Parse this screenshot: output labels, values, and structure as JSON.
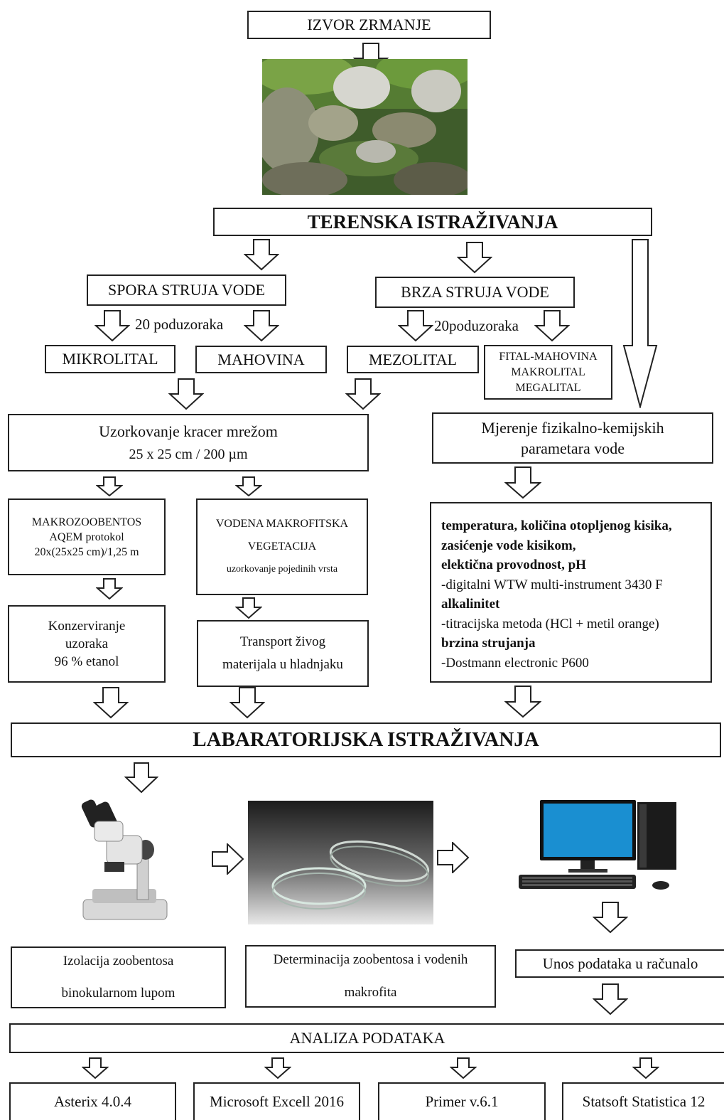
{
  "source_title": "IZVOR ZRMANJE",
  "field_title": "TERENSKA ISTRAŽIVANJA",
  "slow_flow": {
    "label": "SPORA STRUJA VODE",
    "subsamples": "20 poduzoraka",
    "substrates": [
      "MIKROLITAL",
      "MAHOVINA"
    ]
  },
  "fast_flow": {
    "label": "BRZA STRUJA VODE",
    "subsamples": "20poduzoraka",
    "substrates": [
      "MEZOLITAL",
      "FITAL-MAHOVINA",
      "MAKROLITAL",
      "MEGALITAL"
    ]
  },
  "sampling": {
    "line1": "Uzorkovanje kracer mrežom",
    "line2": "25 x 25 cm / 200 µm"
  },
  "measurement": {
    "line1": "Mjerenje  fizikalno-kemijskih",
    "line2": "parametara vode"
  },
  "macrozoobenthos": {
    "line1": "MAKROZOOBENTOS",
    "line2": "AQEM protokol",
    "line3": "20x(25x25 cm)/1,25 m"
  },
  "vegetation": {
    "line1": "VODENA MAKROFITSKA",
    "line2": "VEGETACIJA",
    "line3": "uzorkovanje pojedinih vrsta"
  },
  "conservation": {
    "line1": "Konzerviranje",
    "line2": "uzoraka",
    "line3": "96 % etanol"
  },
  "transport": {
    "line1": "Transport  živog",
    "line2": "materijala u hladnjaku"
  },
  "parameters": {
    "h1": "temperatura, količina otopljenog kisika,",
    "h2": "zasićenje vode kisikom,",
    "h3": "elektična provodnost, pH",
    "t1": " -digitalni WTW multi-instrument 3430 F",
    "h4": "alkalinitet",
    "t2": " -titracijska metoda (HCl + metil orange)",
    "h5": "brzina strujanja",
    "t3": " -Dostmann electronic P600"
  },
  "lab_title": "LABARATORIJSKA ISTRAŽIVANJA",
  "isolation": {
    "line1": "Izolacija zoobentosa",
    "line2": "binokularnom lupom"
  },
  "determination": {
    "line1": "Determinacija zoobentosa i vodenih",
    "line2": "makrofita"
  },
  "data_entry": "Unos podataka u računalo",
  "analysis_title": "ANALIZA PODATAKA",
  "software": [
    "Asterix 4.0.4",
    "Microsoft Excell 2016",
    "Primer v.6.1",
    "Statsoft Statistica 12"
  ],
  "colors": {
    "line": "#222222",
    "forest": "#3c5a2a",
    "petri_bg": "#2e2e2e",
    "monitor": "#1a8fd1"
  }
}
